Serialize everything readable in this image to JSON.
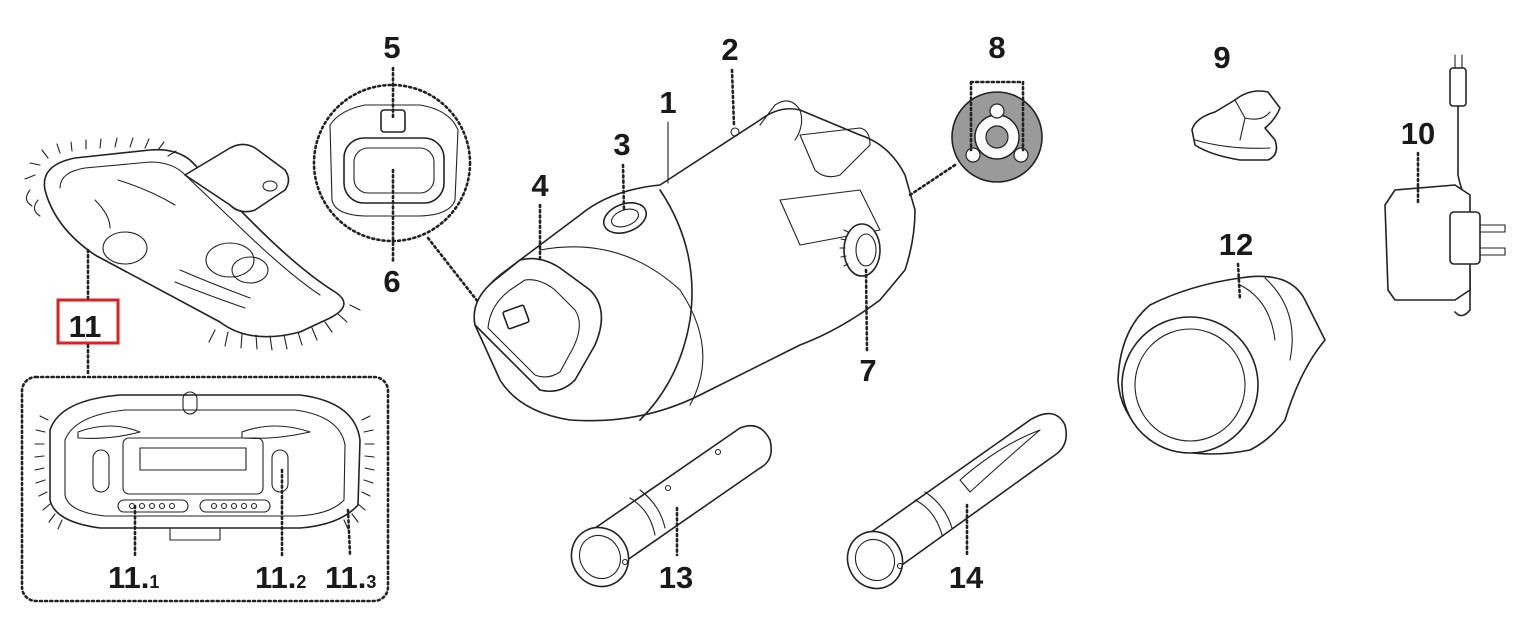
{
  "labels": {
    "p1": "1",
    "p2": "2",
    "p3": "3",
    "p4": "4",
    "p5": "5",
    "p6": "6",
    "p7": "7",
    "p8": "8",
    "p9": "9",
    "p10": "10",
    "p11": "11",
    "p12": "12",
    "p13": "13",
    "p14": "14",
    "p11_1_main": "11.",
    "p11_1_sub": "1",
    "p11_2_main": "11.",
    "p11_2_sub": "2",
    "p11_3_main": "11.",
    "p11_3_sub": "3"
  },
  "highlight": {
    "target": "11",
    "color": "#e02020"
  }
}
